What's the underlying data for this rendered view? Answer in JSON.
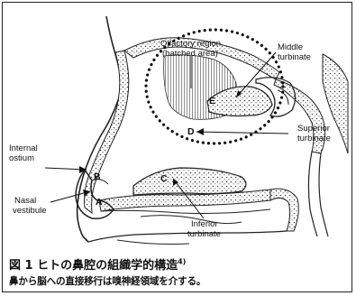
{
  "figure": {
    "labels": {
      "olfactory_region": "Olfactory region",
      "hatched_area": "(hatched area)",
      "middle": "Middle",
      "middle_turbinate": "turbinate",
      "superior": "Superior",
      "superior_turbinate": "turbinate",
      "internal": "Internal",
      "ostium": "ostium",
      "nasal": "Nasal",
      "vestibule": "vestibule",
      "inferior": "Inferior",
      "inferior_turbinate": "turbinate"
    },
    "letters": {
      "a": "A",
      "b": "B",
      "c": "C",
      "d": "D",
      "e": "E"
    },
    "caption": {
      "title": "図 1  ヒトの鼻腔の組織学的構造",
      "reference": "4)",
      "subtitle": "鼻から脳への直接移行は嗅神経領域を介する。"
    }
  }
}
